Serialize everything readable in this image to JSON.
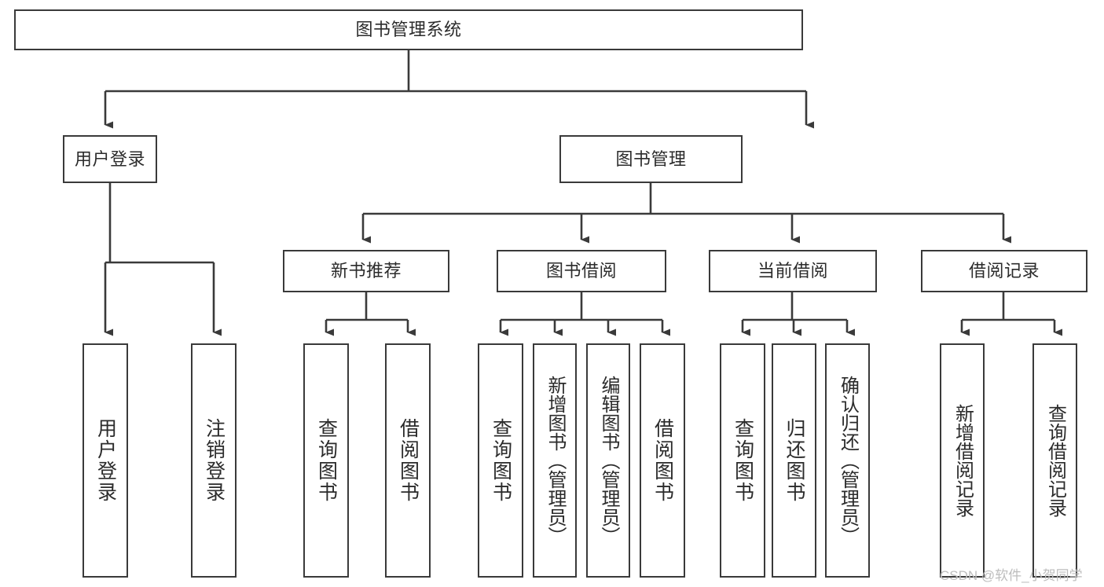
{
  "diagram": {
    "type": "tree-hierarchy",
    "title": "图书管理系统",
    "watermark": "CSDN @软件_小贺同学",
    "colors": {
      "box_border": "#3a3a3a",
      "connector": "#3a3a3a",
      "text": "#2b2b2b",
      "background": "#ffffff",
      "watermark": "#bdbdbd"
    },
    "nodes": {
      "root": {
        "label": "图书管理系统",
        "orientation": "horizontal"
      },
      "level2": [
        {
          "id": "user-login",
          "label": "用户登录",
          "orientation": "horizontal"
        },
        {
          "id": "book-manage",
          "label": "图书管理",
          "orientation": "horizontal"
        }
      ],
      "level3": [
        {
          "id": "new-book-recommend",
          "label": "新书推荐",
          "orientation": "horizontal"
        },
        {
          "id": "book-borrow",
          "label": "图书借阅",
          "orientation": "horizontal"
        },
        {
          "id": "current-borrow",
          "label": "当前借阅",
          "orientation": "horizontal"
        },
        {
          "id": "borrow-record",
          "label": "借阅记录",
          "orientation": "horizontal"
        }
      ],
      "leaves": [
        {
          "id": "leaf-user-login",
          "label": "用户登录",
          "parent": "user-login",
          "orientation": "vertical"
        },
        {
          "id": "leaf-logout-login",
          "label": "注销登录",
          "parent": "user-login",
          "orientation": "vertical"
        },
        {
          "id": "leaf-query-book-1",
          "label": "查询图书",
          "parent": "new-book-recommend",
          "orientation": "vertical"
        },
        {
          "id": "leaf-borrow-book-1",
          "label": "借阅图书",
          "parent": "new-book-recommend",
          "orientation": "vertical"
        },
        {
          "id": "leaf-query-book-2",
          "label": "查询图书",
          "parent": "book-borrow",
          "orientation": "vertical"
        },
        {
          "id": "leaf-add-book",
          "label": "新增图书（管理员）",
          "parent": "book-borrow",
          "orientation": "vertical"
        },
        {
          "id": "leaf-edit-book",
          "label": "编辑图书（管理员）",
          "parent": "book-borrow",
          "orientation": "vertical"
        },
        {
          "id": "leaf-borrow-book-2",
          "label": "借阅图书",
          "parent": "book-borrow",
          "orientation": "vertical"
        },
        {
          "id": "leaf-query-book-3",
          "label": "查询图书",
          "parent": "current-borrow",
          "orientation": "vertical"
        },
        {
          "id": "leaf-return-book",
          "label": "归还图书",
          "parent": "current-borrow",
          "orientation": "vertical"
        },
        {
          "id": "leaf-confirm-return",
          "label": "确认归还（管理员）",
          "parent": "current-borrow",
          "orientation": "vertical"
        },
        {
          "id": "leaf-add-record",
          "label": "新增借阅记录",
          "parent": "borrow-record",
          "orientation": "vertical"
        },
        {
          "id": "leaf-query-record",
          "label": "查询借阅记录",
          "parent": "borrow-record",
          "orientation": "vertical"
        }
      ]
    }
  }
}
